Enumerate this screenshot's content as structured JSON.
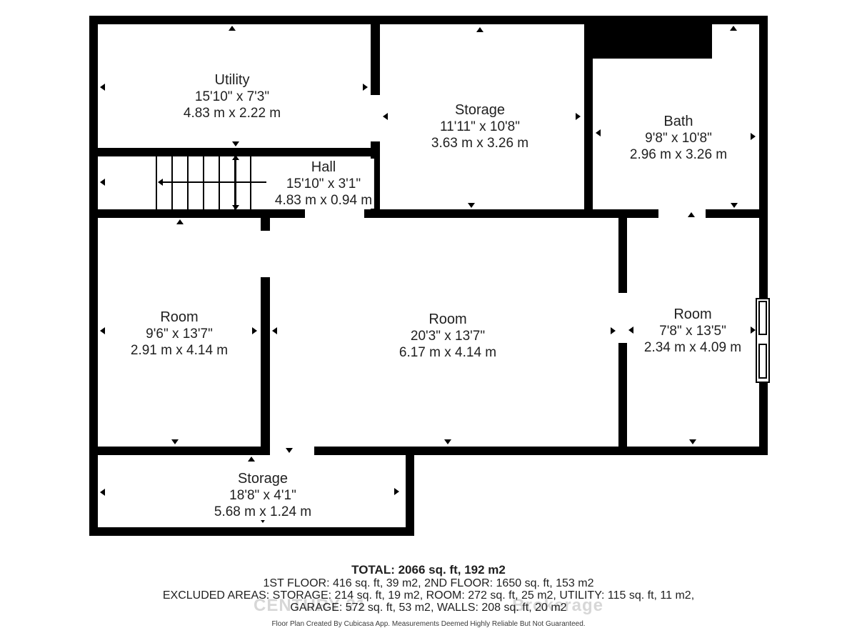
{
  "rooms": [
    {
      "name": "Utility",
      "dims_ft": "15'10\" x 7'3\"",
      "dims_m": "4.83 m x 2.22 m"
    },
    {
      "name": "Hall",
      "dims_ft": "15'10\" x 3'1\"",
      "dims_m": "4.83 m x 0.94 m"
    },
    {
      "name": "Storage",
      "dims_ft": "11'11\" x 10'8\"",
      "dims_m": "3.63 m x 3.26 m"
    },
    {
      "name": "Bath",
      "dims_ft": "9'8\" x 10'8\"",
      "dims_m": "2.96 m x 3.26 m"
    },
    {
      "name": "Room",
      "dims_ft": "9'6\" x 13'7\"",
      "dims_m": "2.91 m x 4.14 m"
    },
    {
      "name": "Room",
      "dims_ft": "20'3\" x 13'7\"",
      "dims_m": "6.17 m x 4.14 m"
    },
    {
      "name": "Room",
      "dims_ft": "7'8\" x 13'5\"",
      "dims_m": "2.34 m x 4.09 m"
    },
    {
      "name": "Storage",
      "dims_ft": "18'8\" x 4'1\"",
      "dims_m": "5.68 m x 1.24 m"
    }
  ],
  "footer": {
    "total": "TOTAL: 2066 sq. ft, 192 m2",
    "floors": "1ST FLOOR: 416 sq. ft, 39 m2, 2ND FLOOR: 1650 sq. ft, 153 m2",
    "excluded_1": "EXCLUDED AREAS: STORAGE: 214 sq. ft, 19 m2, ROOM: 272 sq. ft, 25 m2, UTILITY: 115 sq. ft, 11 m2,",
    "excluded_2": "GARAGE: 572 sq. ft, 53 m2, WALLS: 208 sq. ft, 20 m2",
    "disclaimer": "Floor Plan Created By Cubicasa App. Measurements Deemed Highly Reliable But Not Guaranteed.",
    "watermark_left": "CENTURY 21",
    "watermark_right": "Brokerage"
  },
  "colors": {
    "wall": "#000000",
    "text": "#1f1f1f",
    "watermark": "#d7d7d7"
  }
}
